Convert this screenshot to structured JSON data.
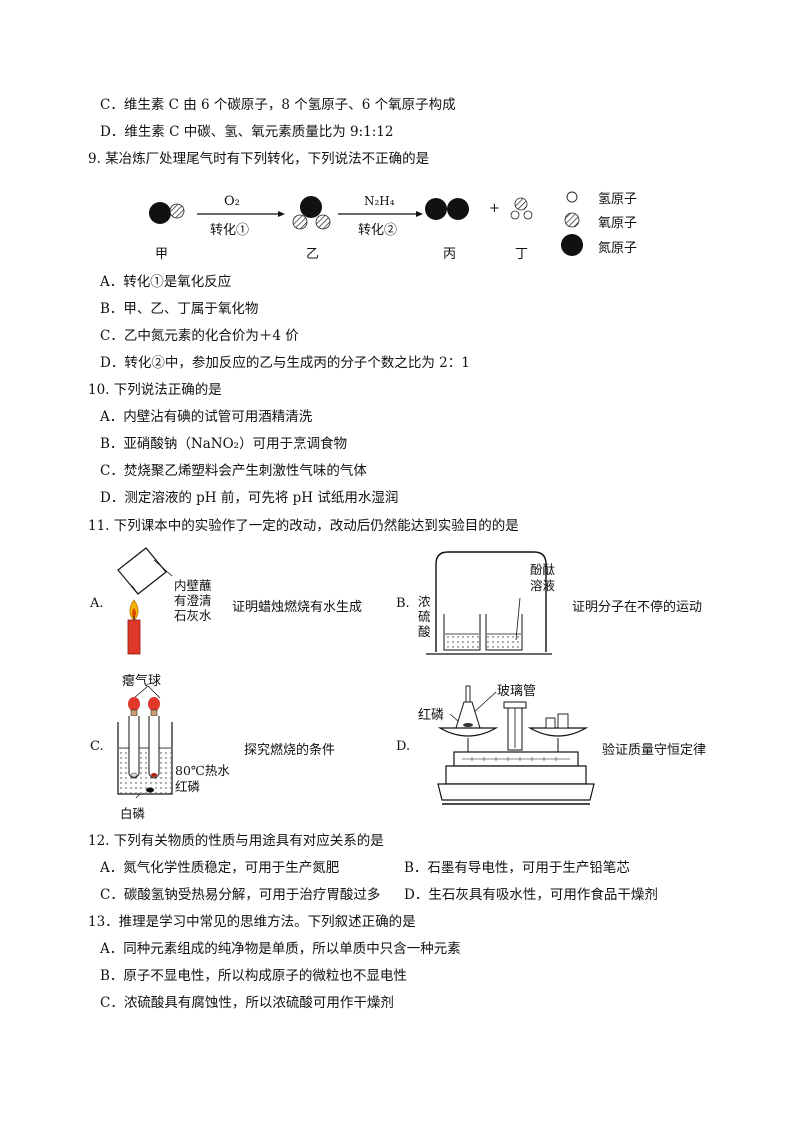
{
  "top": {
    "optC": "C．维生素 C 由 6 个碳原子，8 个氢原子、6 个氧原子构成",
    "optD": "D．维生素 C 中碳、氢、氧元素质量比为 9:1:12"
  },
  "q9": {
    "stem": "9. 某冶炼厂处理尾气时有下列转化，下列说法不正确的是",
    "reagent1": "O₂",
    "step1": "转化①",
    "reagent2": "N₂H₄",
    "step2": "转化②",
    "plus": "+",
    "labels": [
      "甲",
      "乙",
      "丙",
      "丁"
    ],
    "legend": [
      "氢原子",
      "氧原子",
      "氮原子"
    ],
    "options": [
      "A．转化①是氧化反应",
      "B．甲、乙、丁属于氧化物",
      "C．乙中氮元素的化合价为＋4 价",
      "D．转化②中，参加反应的乙与生成丙的分子个数之比为 2：1"
    ]
  },
  "q10": {
    "stem": "10. 下列说法正确的是",
    "options": [
      "A．内壁沾有碘的试管可用酒精清洗",
      "B．亚硝酸钠（NaNO₂）可用于烹调食物",
      "C．焚烧聚乙烯塑料会产生刺激性气味的气体",
      "D．测定溶液的 pH 前，可先将 pH 试纸用水湿润"
    ]
  },
  "q11": {
    "stem": "11. 下列课本中的实验作了一定的改动，改动后仍然能达到实验目的的是",
    "A": {
      "letter": "A.",
      "label": [
        "内壁蘸",
        "有澄清",
        "石灰水"
      ],
      "caption": "证明蜡烛燃烧有水生成"
    },
    "B": {
      "letter": "B.",
      "label_left": [
        "浓",
        "硫",
        "酸"
      ],
      "label_right": [
        "酚酞",
        "溶液"
      ],
      "caption": "证明分子在不停的运动"
    },
    "C": {
      "letter": "C.",
      "label_top": "瘪气球",
      "label_water": "80℃热水",
      "label_red": "红磷",
      "label_white": "白磷",
      "caption": "探究燃烧的条件"
    },
    "D": {
      "letter": "D.",
      "label_tube": "玻璃管",
      "label_red": "红磷",
      "caption": "验证质量守恒定律"
    }
  },
  "q12": {
    "stem": "12. 下列有关物质的性质与用途具有对应关系的是",
    "options": [
      "A．氮气化学性质稳定，可用于生产氮肥",
      "B．石墨有导电性，可用于生产铅笔芯",
      "C．碳酸氢钠受热易分解，可用于治疗胃酸过多",
      "D．生石灰具有吸水性，可用作食品干燥剂"
    ]
  },
  "q13": {
    "stem": "13．推理是学习中常见的思维方法。下列叙述正确的是",
    "options": [
      "A．同种元素组成的纯净物是单质，所以单质中只含一种元素",
      "B．原子不显电性，所以构成原子的微粒也不显电性",
      "C．浓硫酸具有腐蚀性，所以浓硫酸可用作干燥剂"
    ]
  }
}
